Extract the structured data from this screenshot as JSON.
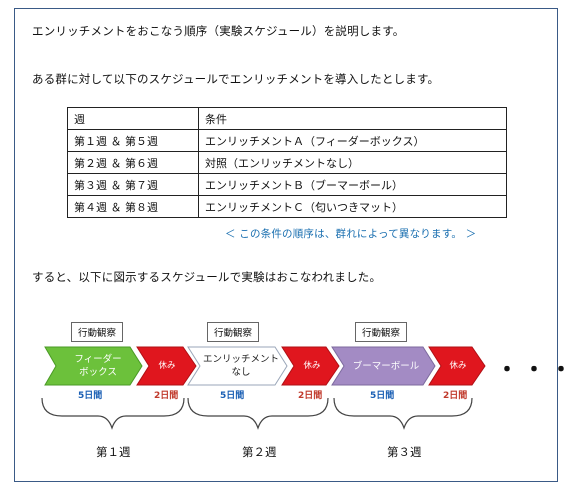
{
  "intro": "エンリッチメントをおこなう順序（実験スケジュール）を説明します。",
  "intro2": "ある群に対して以下のスケジュールでエンリッチメントを導入したとします。",
  "table": {
    "headers": [
      "週",
      "条件"
    ],
    "rows": [
      [
        "第１週 ＆ 第５週",
        "エンリッチメントＡ（フィーダーボックス）"
      ],
      [
        "第２週 ＆ 第６週",
        "対照（エンリッチメントなし）"
      ],
      [
        "第３週 ＆ 第７週",
        "エンリッチメントＢ（ブーマーボール）"
      ],
      [
        "第４週 ＆ 第８週",
        "エンリッチメントＣ（匂いつきマット）"
      ]
    ]
  },
  "note": "＜ この条件の順序は、群れによって異なります。 ＞",
  "result_text": "すると、以下に図示するスケジュールで実験はおこなわれました。",
  "diagram": {
    "observation_label": "行動観察",
    "rest_label": "休み",
    "dots": "・・・",
    "weeks": [
      {
        "condition_lines": [
          "フィーダー",
          "ボックス"
        ],
        "condition_days": "5日間",
        "rest_days": "2日間",
        "week_label": "第１週",
        "fill": "#6cc13b"
      },
      {
        "condition_lines": [
          "エンリッチメント",
          "なし"
        ],
        "condition_days": "5日間",
        "rest_days": "2日間",
        "week_label": "第２週",
        "fill": "#ffffff"
      },
      {
        "condition_lines": [
          "ブーマーボール",
          ""
        ],
        "condition_days": "5日間",
        "rest_days": "2日間",
        "week_label": "第３週",
        "fill": "#a38bc4"
      }
    ],
    "rest_fill": "#e0161e"
  }
}
